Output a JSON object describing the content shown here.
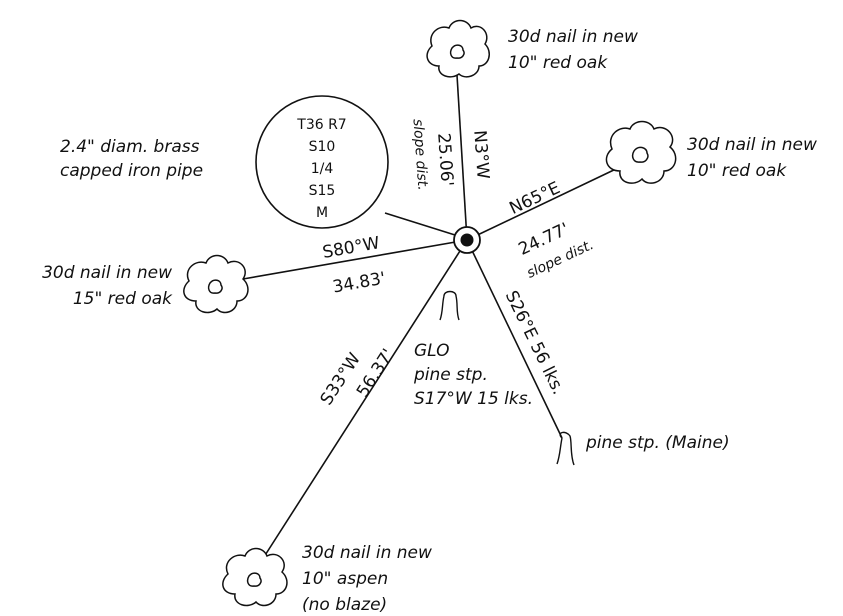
{
  "monument": {
    "label_line1": "2.4\" diam. brass",
    "label_line2": "capped iron pipe",
    "box_lines": [
      "T36  R7",
      "S10",
      "1/4",
      "S15",
      "M"
    ]
  },
  "bearings": [
    {
      "id": "north",
      "bearing": "N3°W",
      "distance": "25.06'",
      "note": "slope dist.",
      "tree": [
        "30d nail in new",
        "10\" red oak"
      ]
    },
    {
      "id": "east",
      "bearing": "N65°E",
      "distance": "24.77'",
      "note": "slope dist.",
      "tree": [
        "30d nail in new",
        "10\" red oak"
      ]
    },
    {
      "id": "west",
      "bearing": "S80°W",
      "distance": "34.83'",
      "note": "",
      "tree": [
        "30d nail in new",
        "15\" red oak"
      ]
    },
    {
      "id": "southwest",
      "bearing": "S33°W",
      "distance": "56.37'",
      "note": "",
      "tree": [
        "30d nail in new",
        "10\" aspen",
        "(no blaze)"
      ]
    },
    {
      "id": "southeast",
      "bearing": "S26°E 56 lks.",
      "distance": "",
      "note": "",
      "tree": [
        "pine stp. (Maine)"
      ]
    }
  ],
  "glo_stump": {
    "lines": [
      "GLO",
      "pine stp.",
      "S17°W 15 lks."
    ]
  }
}
